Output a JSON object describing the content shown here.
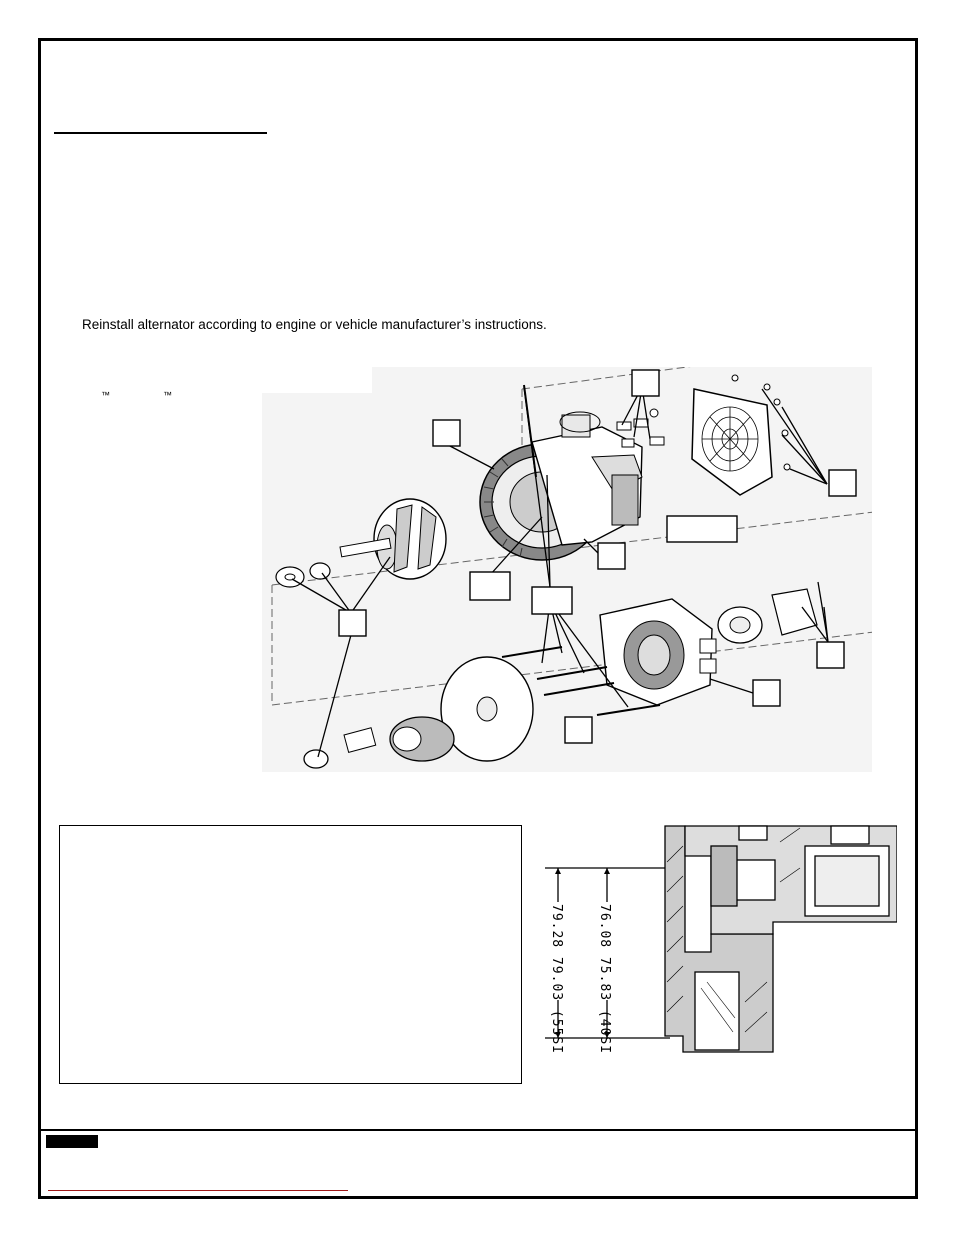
{
  "instruction": "Reinstall alternator according to engine or vehicle manufacturer’s instructions.",
  "trademarks": [
    "™",
    "™"
  ],
  "section_view": {
    "dim_55si": "79.28 79.03 (55SI)",
    "dim_40si": "76.08 75.83 (40SI)"
  }
}
